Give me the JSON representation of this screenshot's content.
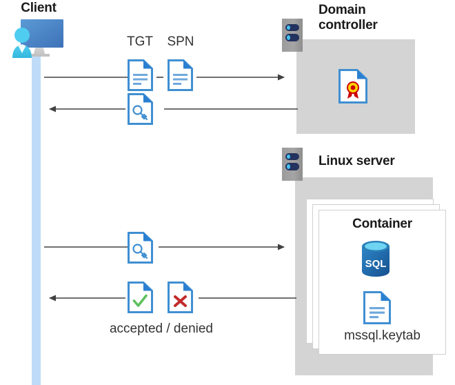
{
  "diagram": {
    "title": "Kerberos authentication flow between client, domain controller and Linux server container",
    "type": "sequence-architecture-diagram"
  },
  "actors": {
    "client": {
      "label": "Client",
      "icon": "client-computer-user-icon"
    },
    "domain_controller": {
      "label_line1": "Domain",
      "label_line2": "controller",
      "icon": "server-rack-icon",
      "contents": [
        {
          "icon": "certificate-document-icon",
          "label": ""
        }
      ]
    },
    "linux_server": {
      "label": "Linux server",
      "icon": "server-rack-icon",
      "container": {
        "label": "Container",
        "items": [
          {
            "icon": "sql-database-icon",
            "label": "SQL"
          },
          {
            "icon": "keytab-document-icon",
            "label": "mssql.keytab"
          }
        ]
      }
    }
  },
  "messages": [
    {
      "id": "msg-request-tgt-spn",
      "direction": "right",
      "from": "client",
      "to": "domain_controller",
      "icons": [
        {
          "name": "tgt-document-icon",
          "label": "TGT"
        },
        {
          "name": "spn-document-icon",
          "label": "SPN"
        }
      ]
    },
    {
      "id": "msg-ticket-response",
      "direction": "left",
      "from": "domain_controller",
      "to": "client",
      "icons": [
        {
          "name": "service-ticket-key-document-icon",
          "label": ""
        }
      ]
    },
    {
      "id": "msg-present-ticket",
      "direction": "right",
      "from": "client",
      "to": "linux_server",
      "icons": [
        {
          "name": "service-ticket-key-document-icon",
          "label": ""
        }
      ]
    },
    {
      "id": "msg-accepted-denied",
      "direction": "left",
      "from": "linux_server",
      "to": "client",
      "caption": "accepted / denied",
      "icons": [
        {
          "name": "accepted-check-document-icon",
          "label": "accepted"
        },
        {
          "name": "denied-cross-document-icon",
          "label": "denied"
        }
      ]
    }
  ],
  "colors": {
    "accent_blue": "#3f8fd2",
    "doc_fold_blue": "#2a7fd1",
    "lifeline_blue": "#bedcf7",
    "grey_box": "#d4d4d4",
    "rack_grey": "#9b9b9b",
    "rack_bar": "#23325e",
    "rack_led": "#45c3f0",
    "check_green": "#5ec15e",
    "cross_red": "#c22b2b",
    "cert_gold": "#ffd400",
    "cert_red": "#cc0000",
    "sql_blue": "#1f6cb0",
    "arrow_grey": "#404040",
    "text_dark": "#1a1a1a"
  }
}
